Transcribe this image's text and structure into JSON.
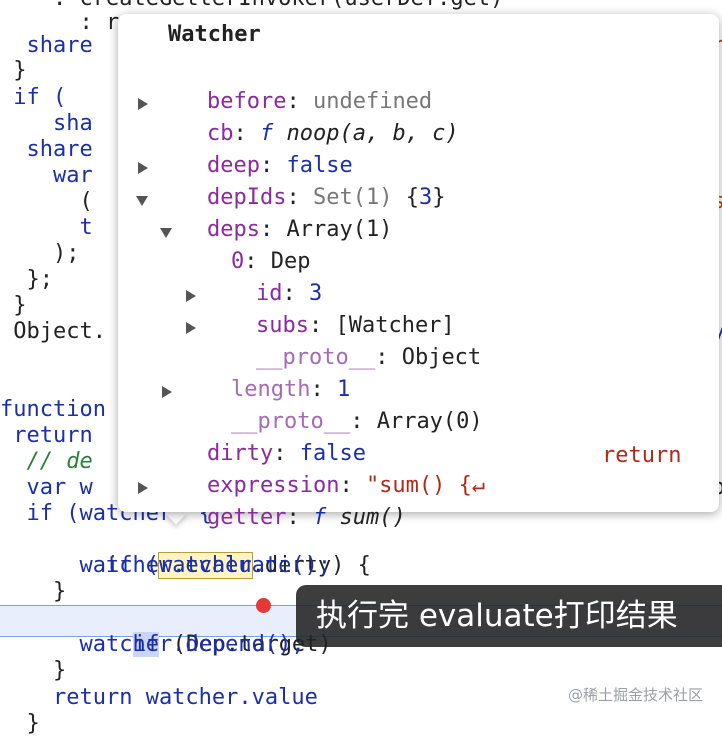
{
  "code": {
    "lines": [
      {
        "id": "l0",
        "text": "    : createGetterInvoker(userDef.get)"
      },
      {
        "id": "l1",
        "text": "      : r"
      },
      {
        "id": "l2",
        "text": "  share"
      },
      {
        "id": "l3",
        "text": " }"
      },
      {
        "id": "l4",
        "text": " if ("
      },
      {
        "id": "l5",
        "text": "    sha"
      },
      {
        "id": "l6",
        "text": "  share"
      },
      {
        "id": "l7",
        "text": "    war"
      },
      {
        "id": "l8",
        "text": "      ("
      },
      {
        "id": "l9",
        "text": "      t"
      },
      {
        "id": "l10",
        "text": "    );"
      },
      {
        "id": "l11",
        "text": "  };"
      },
      {
        "id": "l12",
        "text": " }"
      },
      {
        "id": "l13",
        "text": " Object."
      },
      {
        "id": "l14",
        "text": "}"
      },
      {
        "id": "l15",
        "text": "function"
      },
      {
        "id": "l16",
        "text": " return"
      },
      {
        "id": "l17",
        "text": "  // de"
      },
      {
        "id": "l18",
        "text": "  var w"
      },
      {
        "id": "l19",
        "text": "  if (watcher) {"
      },
      {
        "id": "l20a",
        "text": "    if ("
      },
      {
        "id": "l20b",
        "text": "watcher"
      },
      {
        "id": "l20c",
        "text": ".dirty) {"
      },
      {
        "id": "l21",
        "text": "      watcher.evaluate();"
      },
      {
        "id": "l22",
        "text": "    }"
      },
      {
        "id": "l23a",
        "text": "if"
      },
      {
        "id": "l23b",
        "text": " (Dep.target)"
      },
      {
        "id": "l24",
        "text": "      watcher.depend();"
      },
      {
        "id": "l25",
        "text": "    }"
      },
      {
        "id": "l26",
        "text": "    return watcher.value"
      },
      {
        "id": "l27",
        "text": "  }"
      }
    ],
    "right_fragments": [
      "r",
      "s",
      "y",
      "o"
    ]
  },
  "tooltip": {
    "title": "Watcher",
    "rows": {
      "before_key": "before",
      "before_val": "undefined",
      "cb_key": "cb",
      "cb_f": "f",
      "cb_val": "noop(a, b, c)",
      "deep_key": "deep",
      "deep_val": "false",
      "depIds_key": "depIds",
      "depIds_val1": "Set(1)",
      "depIds_val2": "{",
      "depIds_val3": "3",
      "depIds_val4": "}",
      "deps_key": "deps",
      "deps_val": "Array(1)",
      "dep0_key": "0",
      "dep0_val": "Dep",
      "id_key": "id",
      "id_val": "3",
      "subs_key": "subs",
      "subs_val": "[Watcher]",
      "proto1_key": "__proto__",
      "proto1_val": "Object",
      "length_key": "length",
      "length_val": "1",
      "proto2_key": "__proto__",
      "proto2_val": "Array(0)",
      "dirty_key": "dirty",
      "dirty_val": "false",
      "expression_key": "expression",
      "expression_val": "\"sum() {↵",
      "expression_tail": "return",
      "getter_key": "getter",
      "getter_f": "f",
      "getter_val": "sum()"
    }
  },
  "caption": "执行完 evaluate打印结果",
  "watermark": "@稀土掘金技术社区",
  "colors": {
    "breakpoint": "#e53935",
    "keyword": "#1c2fa8",
    "property": "#8a2aa0"
  }
}
